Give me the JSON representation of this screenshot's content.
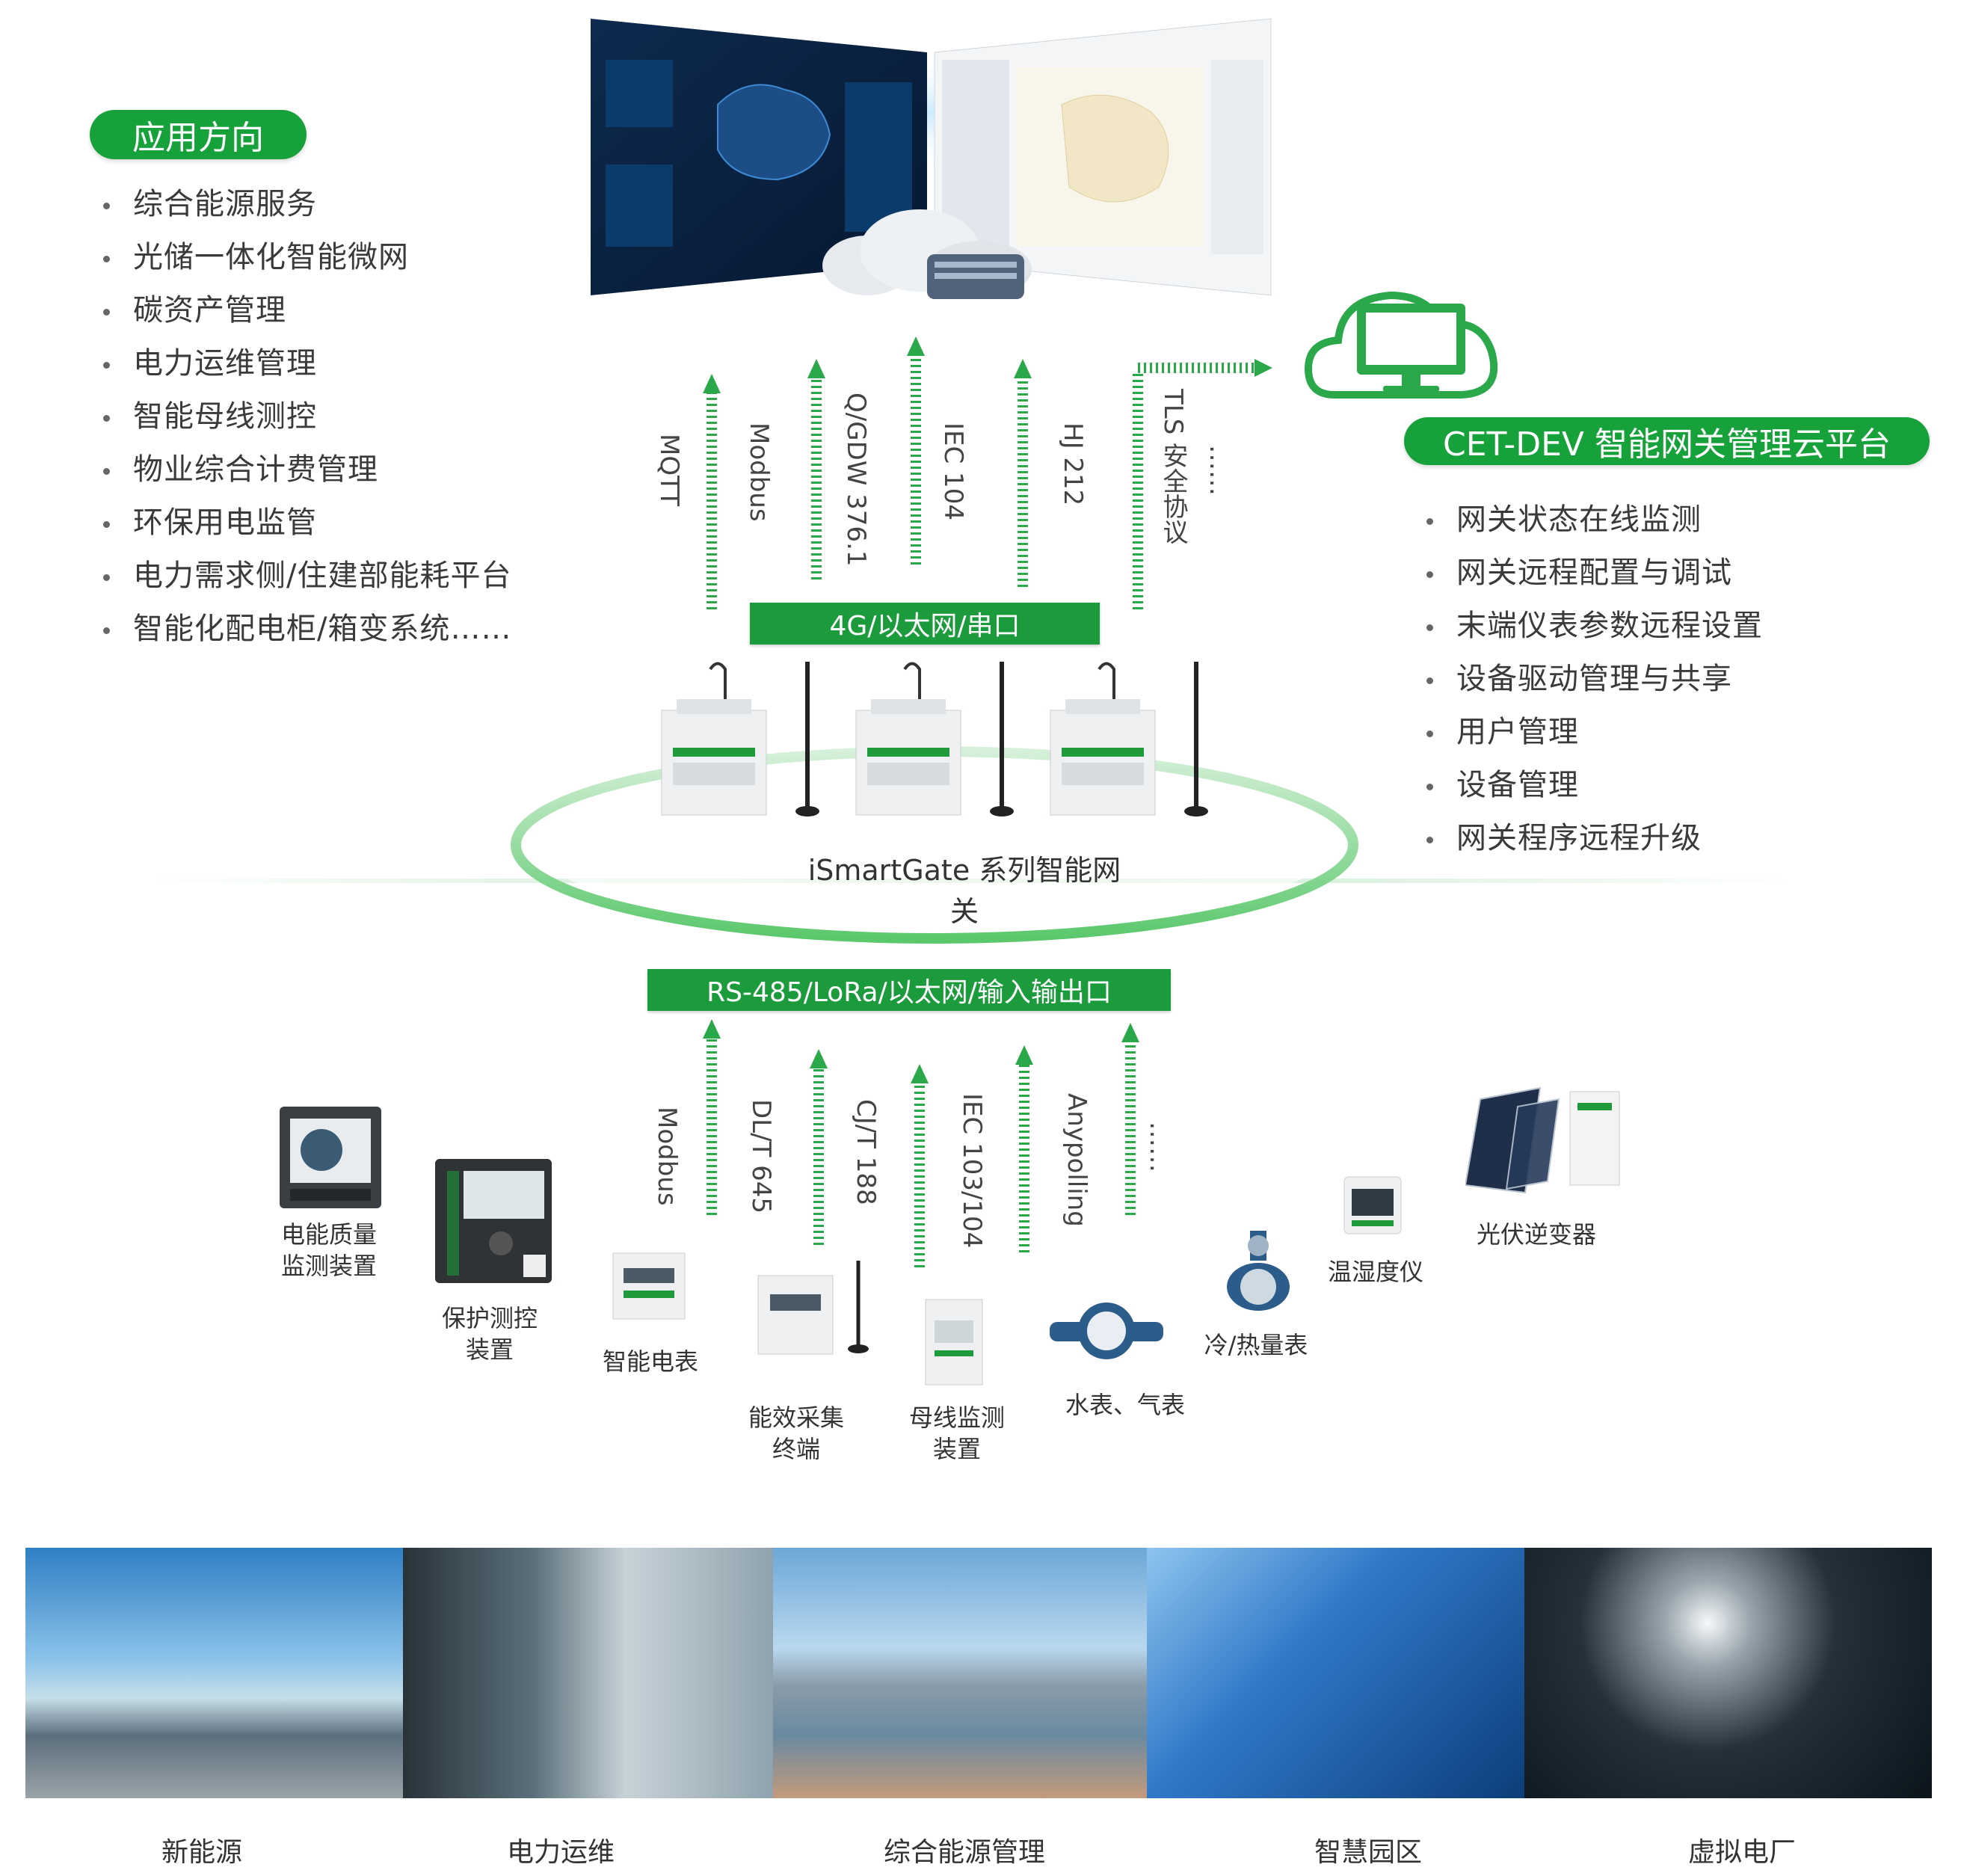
{
  "app_dir": {
    "title": "应用方向",
    "items": [
      "综合能源服务",
      "光储一体化智能微网",
      "碳资产管理",
      "电力运维管理",
      "智能母线测控",
      "物业综合计费管理",
      "环保用电监管",
      "电力需求侧/住建部能耗平台",
      "智能化配电柜/箱变系统……"
    ]
  },
  "cloud": {
    "title": "CET-DEV 智能网关管理云平台",
    "items": [
      "网关状态在线监测",
      "网关远程配置与调试",
      "末端仪表参数远程设置",
      "设备驱动管理与共享",
      "用户管理",
      "设备管理",
      "网关程序远程升级"
    ]
  },
  "upper_link": "4G/以太网/串口",
  "upper_protocols": [
    "MQTT",
    "Modbus",
    "Q/GDW 376.1",
    "IEC 104",
    "HJ 212",
    "TLS 安全协议",
    "……"
  ],
  "gateway_label": "iSmartGate 系列智能网关",
  "lower_link": "RS-485/LoRa/以太网/输入输出口",
  "lower_protocols": [
    "Modbus",
    "DL/T 645",
    "CJ/T 188",
    "IEC 103/104",
    "Anypolling",
    "……"
  ],
  "devices": {
    "pq": "电能质量\n监测装置",
    "protect": "保护测控\n装置",
    "meter": "智能电表",
    "terminal": "能效采集\n终端",
    "busbar": "母线监测\n装置",
    "water": "水表、气表",
    "heat": "冷/热量表",
    "temp": "温湿度仪",
    "pv": "光伏逆变器"
  },
  "scenes": [
    "新能源",
    "电力运维",
    "综合能源管理",
    "智慧园区",
    "虚拟电厂"
  ],
  "colors": {
    "green": "#17a13a",
    "dashed": "#2aa84a"
  }
}
